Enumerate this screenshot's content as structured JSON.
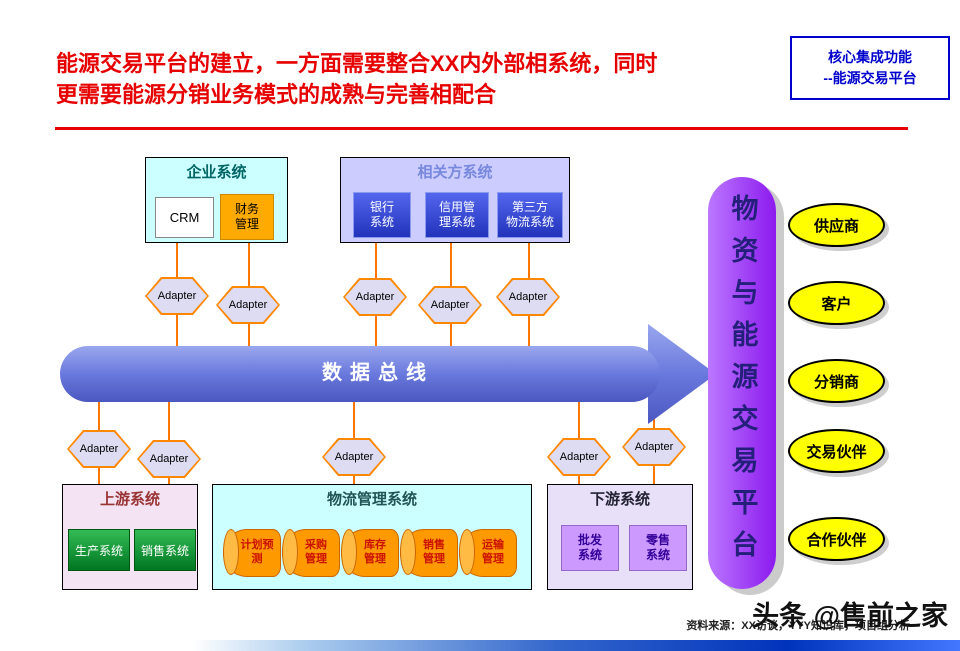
{
  "colors": {
    "accent_red": "#e60000",
    "badge_blue": "#0000cc",
    "bus_blue": "#6a79dd",
    "platform_purple": "#9a4dff",
    "partner_yellow": "#ffff00",
    "connector_orange": "#ff7700"
  },
  "header": {
    "title_line1": "能源交易平台的建立，一方面需要整合XX内外部相系统，同时",
    "title_line2": "更需要能源分销业务模式的成熟与完善相配合",
    "badge_line1": "核心集成功能",
    "badge_line2": "--能源交易平台"
  },
  "diagram": {
    "adapter_label": "Adapter",
    "bus_label": "数据总线",
    "platform_label": "物资与能源交易平台",
    "enterprise": {
      "title": "企业系统",
      "items": [
        "CRM",
        "财务\n管理"
      ]
    },
    "related": {
      "title": "相关方系统",
      "items": [
        "银行\n系统",
        "信用管\n理系统",
        "第三方\n物流系统"
      ]
    },
    "upstream": {
      "title": "上游系统",
      "items": [
        "生产系统",
        "销售系统"
      ]
    },
    "logistics": {
      "title": "物流管理系统",
      "items": [
        "计划预\n测",
        "采购\n管理",
        "库存\n管理",
        "销售\n管理",
        "运输\n管理"
      ]
    },
    "downstream": {
      "title": "下游系统",
      "items": [
        "批发\n系统",
        "零售\n系统"
      ]
    },
    "partners": [
      "供应商",
      "客户",
      "分销商",
      "交易伙伴",
      "合作伙伴"
    ]
  },
  "footer": {
    "source": "资料来源：XX访谈，YYY知识库，项目组分析",
    "watermark": "头条 @售前之家"
  }
}
